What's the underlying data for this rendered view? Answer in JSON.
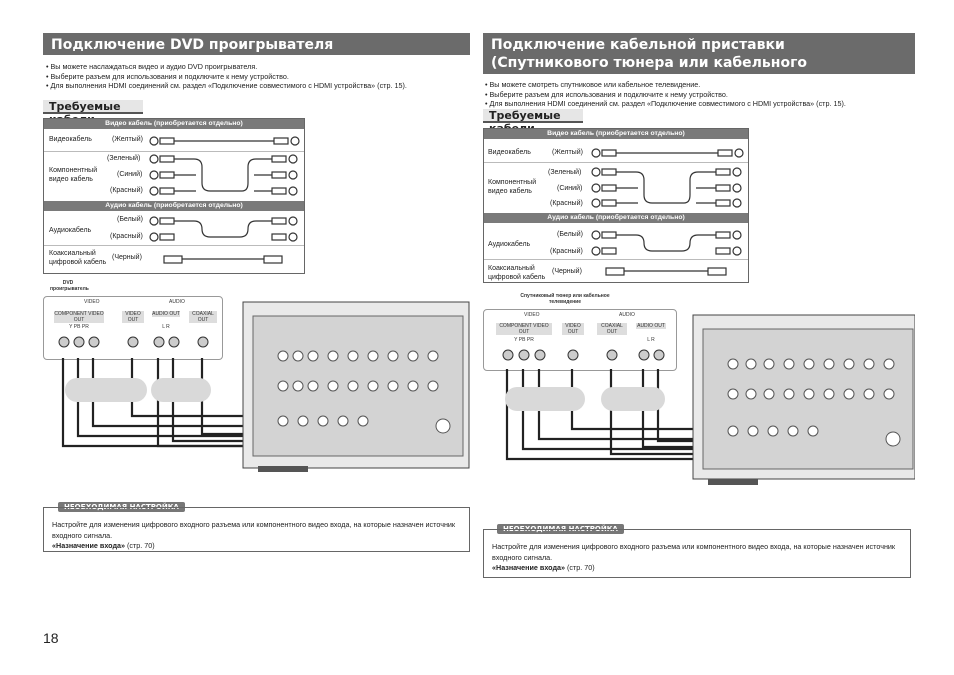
{
  "page_number": "18",
  "left": {
    "title": "Подключение DVD проигрывателя",
    "bullets": [
      "Вы можете наслаждаться видео и аудио DVD проигрывателя.",
      "Выберите разъем для использования и подключите к нему устройство.",
      "Для выполнения HDMI соединений см. раздел «Подключение совместимого с HDMI устройства» (стр. 15)."
    ],
    "cables_title": "Требуемые кабели",
    "video_header": "Видео кабель (приобретается отдельно)",
    "audio_header": "Аудио кабель (приобретается отдельно)",
    "video_cable": "Видеокабель",
    "yellow": "(Желтый)",
    "component_cable": "Компонентный видео кабель",
    "green": "(Зеленый)",
    "blue": "(Синий)",
    "red": "(Красный)",
    "audio_cable": "Аудиокабель",
    "white": "(Белый)",
    "coax_cable": "Коаксиальный цифровой кабель",
    "black": "(Черный)",
    "device_label": "DVD проигрыватель",
    "jack_video": "VIDEO",
    "jack_audio": "AUDIO",
    "jack_component": "COMPONENT VIDEO OUT",
    "jack_ypbpr": "Y    PB   PR",
    "jack_video_out": "VIDEO OUT",
    "jack_audio_out": "AUDIO OUT",
    "jack_lr": "L    R",
    "jack_coaxial": "COAXIAL OUT",
    "note_tag": "НЕОБХОДИМАЯ НАСТРОЙКА",
    "note_text": "Настройте для изменения цифрового входного разъема или компонентного видео входа, на которые назначен источник входного сигнала.",
    "note_link": "«Назначение входа»",
    "note_page": "(стр. 70)"
  },
  "right": {
    "title_line1": "Подключение кабельной приставки",
    "title_line2": "(Спутникового тюнера или кабельного телевидения)",
    "bullets": [
      "Вы можете смотреть спутниковое или кабельное телевидение.",
      "Выберите разъем для использования и подключите к нему устройство.",
      "Для выполнения HDMI соединений см. раздел «Подключение совместимого с HDMI устройства» (стр. 15)."
    ],
    "cables_title": "Требуемые кабели",
    "video_header": "Видео кабель (приобретается отдельно)",
    "audio_header": "Аудио кабель (приобретается отдельно)",
    "video_cable": "Видеокабель",
    "yellow": "(Желтый)",
    "component_cable": "Компонентный видео кабель",
    "green": "(Зеленый)",
    "blue": "(Синий)",
    "red": "(Красный)",
    "audio_cable": "Аудиокабель",
    "white": "(Белый)",
    "coax_cable": "Коаксиальный цифровой кабель",
    "black": "(Черный)",
    "device_label": "Спутниковый тюнер или кабельное телевидение",
    "jack_video": "VIDEO",
    "jack_audio": "AUDIO",
    "jack_component": "COMPONENT VIDEO OUT",
    "jack_ypbpr": "Y    PB   PR",
    "jack_video_out": "VIDEO OUT",
    "jack_coaxial": "COAXIAL OUT",
    "jack_audio_out": "AUDIO OUT",
    "jack_lr": "L    R",
    "note_tag": "НЕОБХОДИМАЯ НАСТРОЙКА",
    "note_text": "Настройте для изменения цифрового входного разъема или компонентного видео входа, на которые назначен источник входного сигнала.",
    "note_link": "«Назначение входа»",
    "note_page": "(стр. 70)"
  }
}
